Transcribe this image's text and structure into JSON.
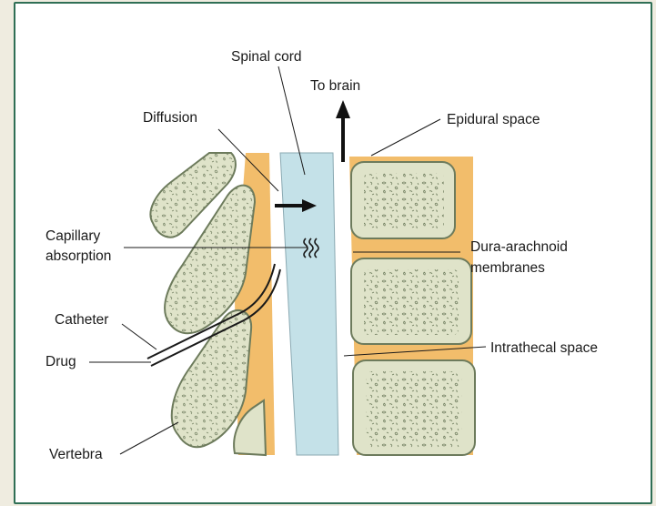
{
  "diagram": {
    "labels": {
      "spinal_cord": "Spinal cord",
      "to_brain": "To brain",
      "diffusion": "Diffusion",
      "epidural_space": "Epidural space",
      "capillary_line1": "Capillary",
      "capillary_line2": "absorption",
      "dura_line1": "Dura-arachnoid",
      "dura_line2": "membranes",
      "catheter": "Catheter",
      "drug": "Drug",
      "intrathecal_space": "Intrathecal space",
      "vertebra": "Vertebra"
    },
    "colors": {
      "frame_border": "#2f6f55",
      "background": "#efece0",
      "spinal_cord": "#c4e1e8",
      "bone_fill": "#dfe3c9",
      "bone_outline": "#6d7b5c",
      "epidural_fat": "#f2bd6b",
      "text": "#1a1a1a"
    }
  }
}
